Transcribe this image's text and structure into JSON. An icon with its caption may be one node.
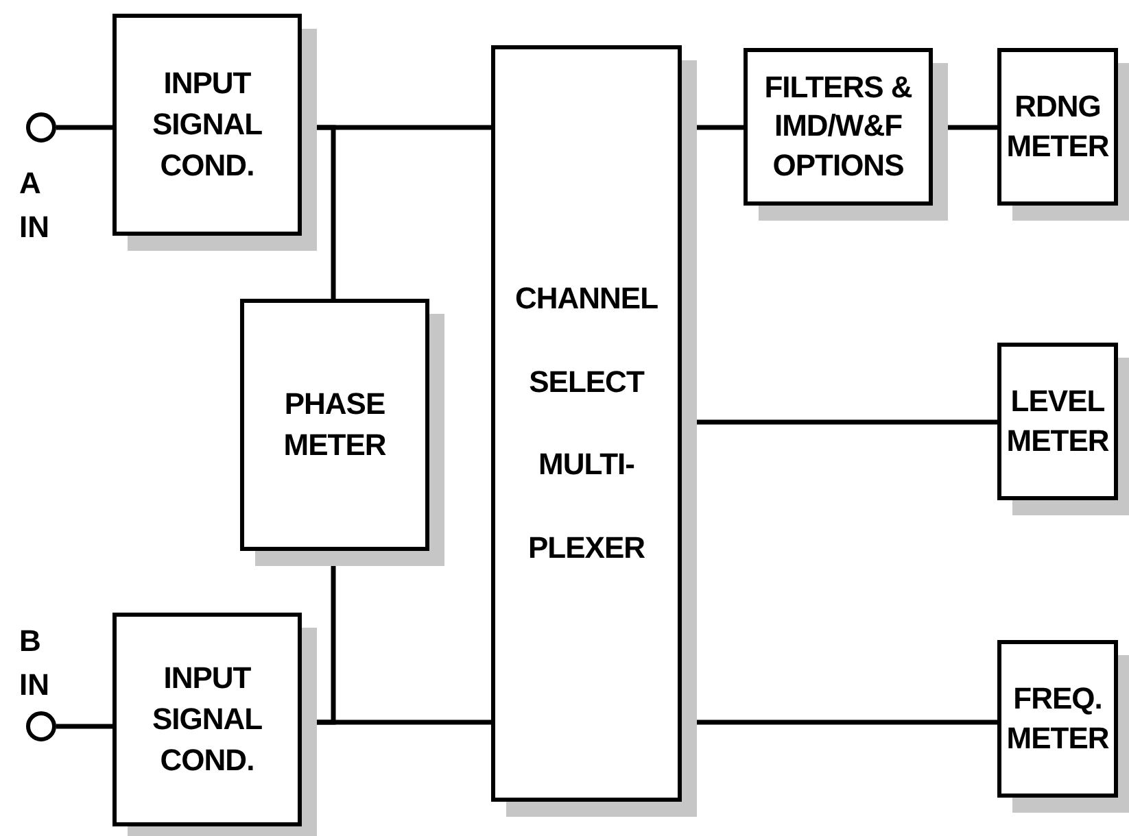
{
  "diagram": {
    "nodes": [
      {
        "text": [],
        "shape": "circle",
        "beside": [
          "A IN"
        ]
      },
      {
        "text": [
          "INPUT SIGNAL COND."
        ]
      },
      {
        "text": [
          "PHASE METER"
        ]
      },
      {
        "text": [],
        "shape": "circle",
        "beside": [
          "B IN"
        ]
      },
      {
        "text": [
          "INPUT SIGNAL COND."
        ]
      },
      {
        "text": [
          "CHANNEL SELECT MULTI- PLEXER"
        ]
      },
      {
        "text": [
          "FILTERS & IMD/W&F OPTIONS"
        ]
      },
      {
        "text": [
          "RDNG METER"
        ]
      },
      {
        "text": [
          "LEVEL METER"
        ]
      },
      {
        "text": [
          "FREQ. METER"
        ]
      }
    ],
    "edges": [
      {
        "from": 0,
        "to": 1,
        "arrow": "none"
      },
      {
        "from": 1,
        "to": 5,
        "arrow": "none"
      },
      {
        "from": 1,
        "to": 2,
        "arrow": "none"
      },
      {
        "from": 3,
        "to": 4,
        "arrow": "none"
      },
      {
        "from": 4,
        "to": 5,
        "arrow": "none"
      },
      {
        "from": 4,
        "to": 2,
        "arrow": "none"
      },
      {
        "from": 5,
        "to": 6,
        "arrow": "none"
      },
      {
        "from": 6,
        "to": 7,
        "arrow": "none"
      },
      {
        "from": 5,
        "to": 8,
        "arrow": "none"
      },
      {
        "from": 5,
        "to": 9,
        "arrow": "none"
      }
    ]
  }
}
